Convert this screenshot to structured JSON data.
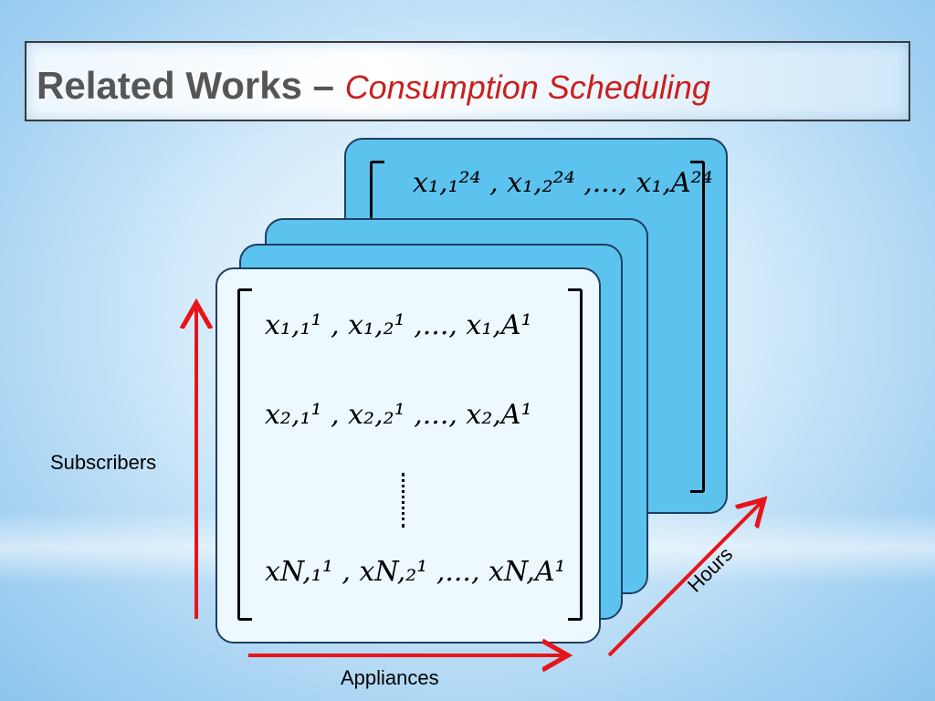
{
  "title": {
    "main": "Related Works – ",
    "sub": "Consumption Scheduling"
  },
  "matrix_back": {
    "row1": "x₁,₁²⁴ , x₁,₂²⁴ ,..., x₁,A²⁴"
  },
  "matrix_front": {
    "row1": "x₁,₁¹ , x₁,₂¹ ,..., x₁,A¹",
    "row2": "x₂,₁¹ , x₂,₂¹ ,..., x₂,A¹",
    "rowN": "xN,₁¹ , xN,₂¹ ,..., xN,A¹"
  },
  "axes": {
    "subscribers": "Subscribers",
    "appliances": "Appliances",
    "hours": "Hours"
  },
  "colors": {
    "card_fill": "#5cc3ee",
    "front_fill": "#eef8ff",
    "arrow": "#e8141a",
    "title_red": "#c8201e"
  }
}
